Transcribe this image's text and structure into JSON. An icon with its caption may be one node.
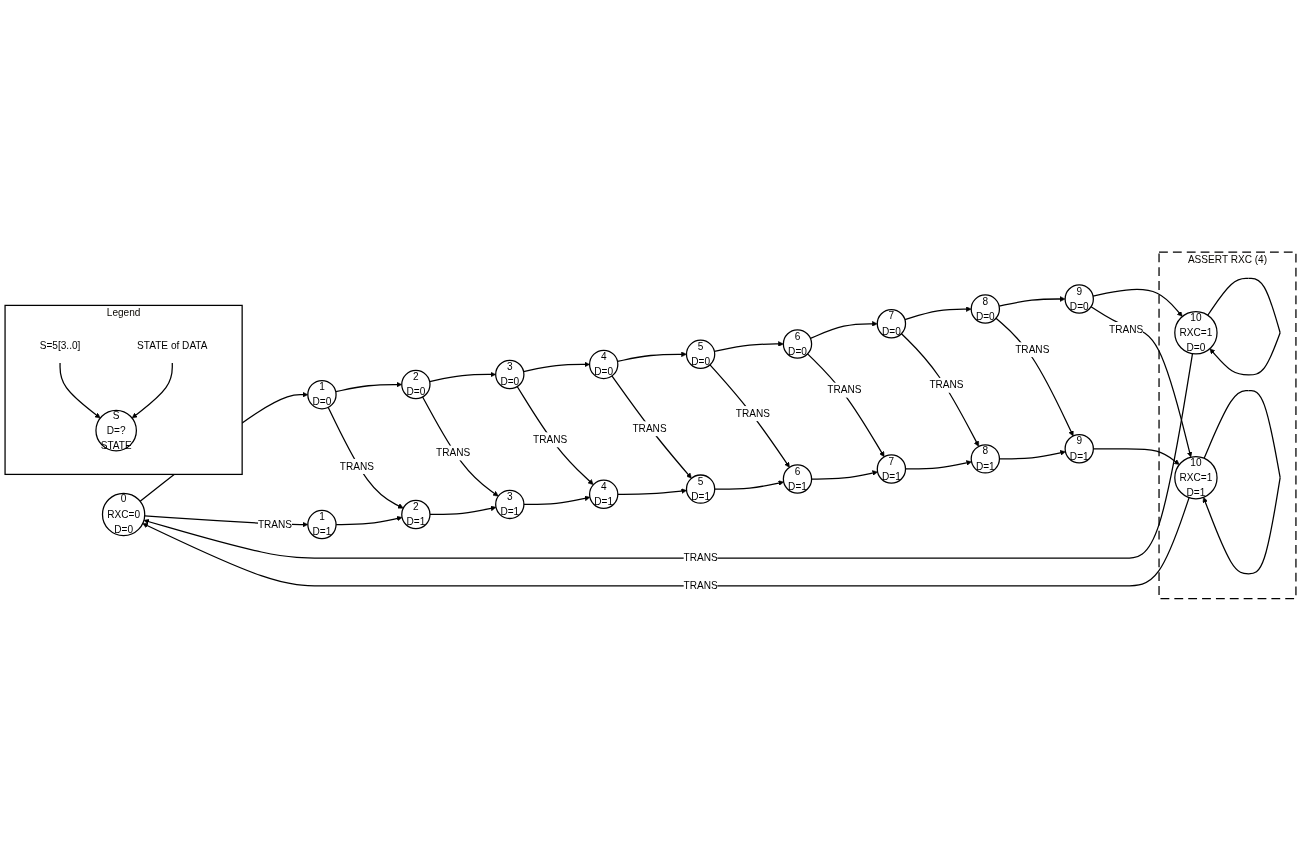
{
  "diagram": {
    "nodes": [
      {
        "text": [
          "0",
          "RXC=0",
          "D=0"
        ]
      },
      {
        "text": [
          "1",
          "D=0"
        ]
      },
      {
        "text": [
          "2",
          "D=0"
        ]
      },
      {
        "text": [
          "3",
          "D=0"
        ]
      },
      {
        "text": [
          "4",
          "D=0"
        ]
      },
      {
        "text": [
          "5",
          "D=0"
        ]
      },
      {
        "text": [
          "6",
          "D=0"
        ]
      },
      {
        "text": [
          "7",
          "D=0"
        ]
      },
      {
        "text": [
          "8",
          "D=0"
        ]
      },
      {
        "text": [
          "9",
          "D=0"
        ]
      },
      {
        "text": [
          "1",
          "D=1"
        ]
      },
      {
        "text": [
          "2",
          "D=1"
        ]
      },
      {
        "text": [
          "3",
          "D=1"
        ]
      },
      {
        "text": [
          "4",
          "D=1"
        ]
      },
      {
        "text": [
          "5",
          "D=1"
        ]
      },
      {
        "text": [
          "6",
          "D=1"
        ]
      },
      {
        "text": [
          "7",
          "D=1"
        ]
      },
      {
        "text": [
          "8",
          "D=1"
        ]
      },
      {
        "text": [
          "9",
          "D=1"
        ]
      },
      {
        "text": [
          "ASSERT RXC (4)"
        ]
      },
      {
        "text": [
          "10",
          "RXC=1",
          "D=0"
        ],
        "in": 19
      },
      {
        "text": [
          "10",
          "RXC=1",
          "D=1"
        ],
        "in": 19
      },
      {
        "text": [
          "Legend"
        ]
      },
      {
        "text": [
          "S",
          "D=?",
          "STATE"
        ],
        "in": 22
      },
      {
        "text": [
          "S=5[3..0]"
        ],
        "in": 22
      },
      {
        "text": [
          "STATE of DATA"
        ],
        "in": 22
      }
    ],
    "edges": [
      {
        "from": 0,
        "to": 1,
        "arrow": "to"
      },
      {
        "from": 1,
        "to": 2,
        "arrow": "to"
      },
      {
        "from": 2,
        "to": 3,
        "arrow": "to"
      },
      {
        "from": 3,
        "to": 4,
        "arrow": "to"
      },
      {
        "from": 4,
        "to": 5,
        "arrow": "to"
      },
      {
        "from": 5,
        "to": 6,
        "arrow": "to"
      },
      {
        "from": 6,
        "to": 7,
        "arrow": "to"
      },
      {
        "from": 7,
        "to": 8,
        "arrow": "to"
      },
      {
        "from": 8,
        "to": 9,
        "arrow": "to"
      },
      {
        "from": 0,
        "to": 10,
        "arrow": "to",
        "label": "TRANS"
      },
      {
        "from": 1,
        "to": 11,
        "arrow": "to",
        "label": "TRANS"
      },
      {
        "from": 2,
        "to": 12,
        "arrow": "to",
        "label": "TRANS"
      },
      {
        "from": 3,
        "to": 13,
        "arrow": "to",
        "label": "TRANS"
      },
      {
        "from": 4,
        "to": 14,
        "arrow": "to",
        "label": "TRANS"
      },
      {
        "from": 5,
        "to": 15,
        "arrow": "to",
        "label": "TRANS"
      },
      {
        "from": 6,
        "to": 16,
        "arrow": "to",
        "label": "TRANS"
      },
      {
        "from": 7,
        "to": 17,
        "arrow": "to",
        "label": "TRANS"
      },
      {
        "from": 8,
        "to": 18,
        "arrow": "to",
        "label": "TRANS"
      },
      {
        "from": 10,
        "to": 11,
        "arrow": "to"
      },
      {
        "from": 11,
        "to": 12,
        "arrow": "to"
      },
      {
        "from": 12,
        "to": 13,
        "arrow": "to"
      },
      {
        "from": 13,
        "to": 14,
        "arrow": "to"
      },
      {
        "from": 14,
        "to": 15,
        "arrow": "to"
      },
      {
        "from": 15,
        "to": 16,
        "arrow": "to"
      },
      {
        "from": 16,
        "to": 17,
        "arrow": "to"
      },
      {
        "from": 17,
        "to": 18,
        "arrow": "to"
      },
      {
        "from": 9,
        "to": 20,
        "arrow": "to"
      },
      {
        "from": 9,
        "to": 21,
        "arrow": "to",
        "label": "TRANS"
      },
      {
        "from": 18,
        "to": 21,
        "arrow": "to"
      },
      {
        "from": 20,
        "to": 20,
        "arrow": "to"
      },
      {
        "from": 21,
        "to": 21,
        "arrow": "to"
      },
      {
        "from": 20,
        "to": 0,
        "arrow": "to",
        "label": "TRANS"
      },
      {
        "from": 21,
        "to": 0,
        "arrow": "to",
        "label": "TRANS"
      },
      {
        "from": 24,
        "to": 23,
        "arrow": "to"
      },
      {
        "from": 25,
        "to": 23,
        "arrow": "to"
      }
    ]
  }
}
